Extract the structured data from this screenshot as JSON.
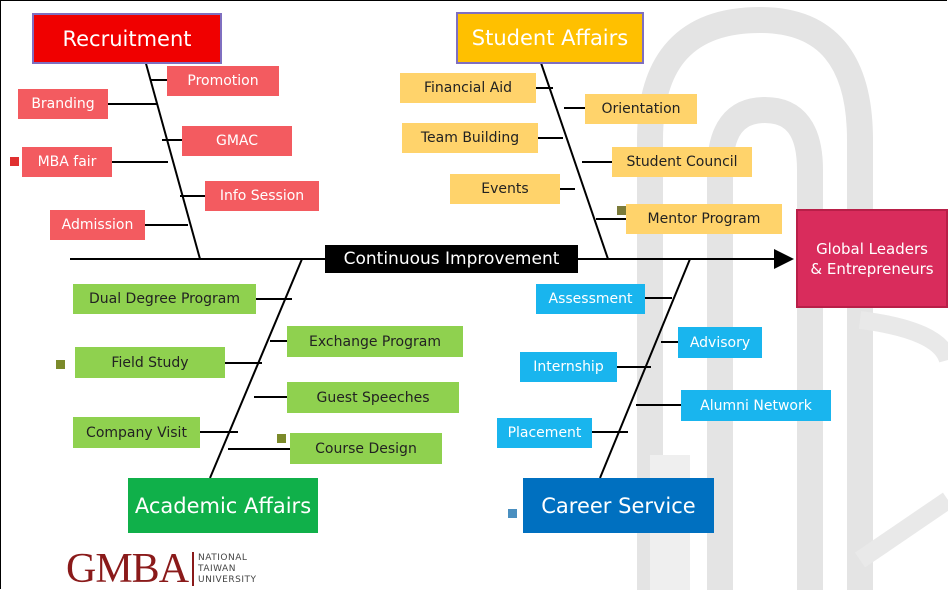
{
  "spine_label": "Continuous Improvement",
  "outcome": {
    "line1": "Global Leaders",
    "line2": "& Entrepreneurs"
  },
  "categories": {
    "recruitment": "Recruitment",
    "student_affairs": "Student Affairs",
    "academic_affairs": "Academic Affairs",
    "career_service": "Career Service"
  },
  "recruitment_items": [
    "Promotion",
    "Branding",
    "GMAC",
    "MBA fair",
    "Info Session",
    "Admission"
  ],
  "student_affairs_items": [
    "Financial Aid",
    "Orientation",
    "Team Building",
    "Student Council",
    "Events",
    "Mentor Program"
  ],
  "academic_affairs_items": [
    "Dual Degree Program",
    "Exchange Program",
    "Field Study",
    "Guest Speeches",
    "Company Visit",
    "Course Design"
  ],
  "career_service_items": [
    "Assessment",
    "Advisory",
    "Internship",
    "Alumni Network",
    "Placement"
  ],
  "logo": {
    "main": "GMBA",
    "line1": "NATIONAL",
    "line2": "TAIWAN",
    "line3": "UNIVERSITY"
  },
  "colors": {
    "recruitment": "#f35b60",
    "student_affairs": "#ffd36b",
    "academic_affairs": "#8fd14f",
    "career_service": "#19b5ee",
    "outcome": "#d92c5c",
    "spine_label_bg": "#000000"
  }
}
